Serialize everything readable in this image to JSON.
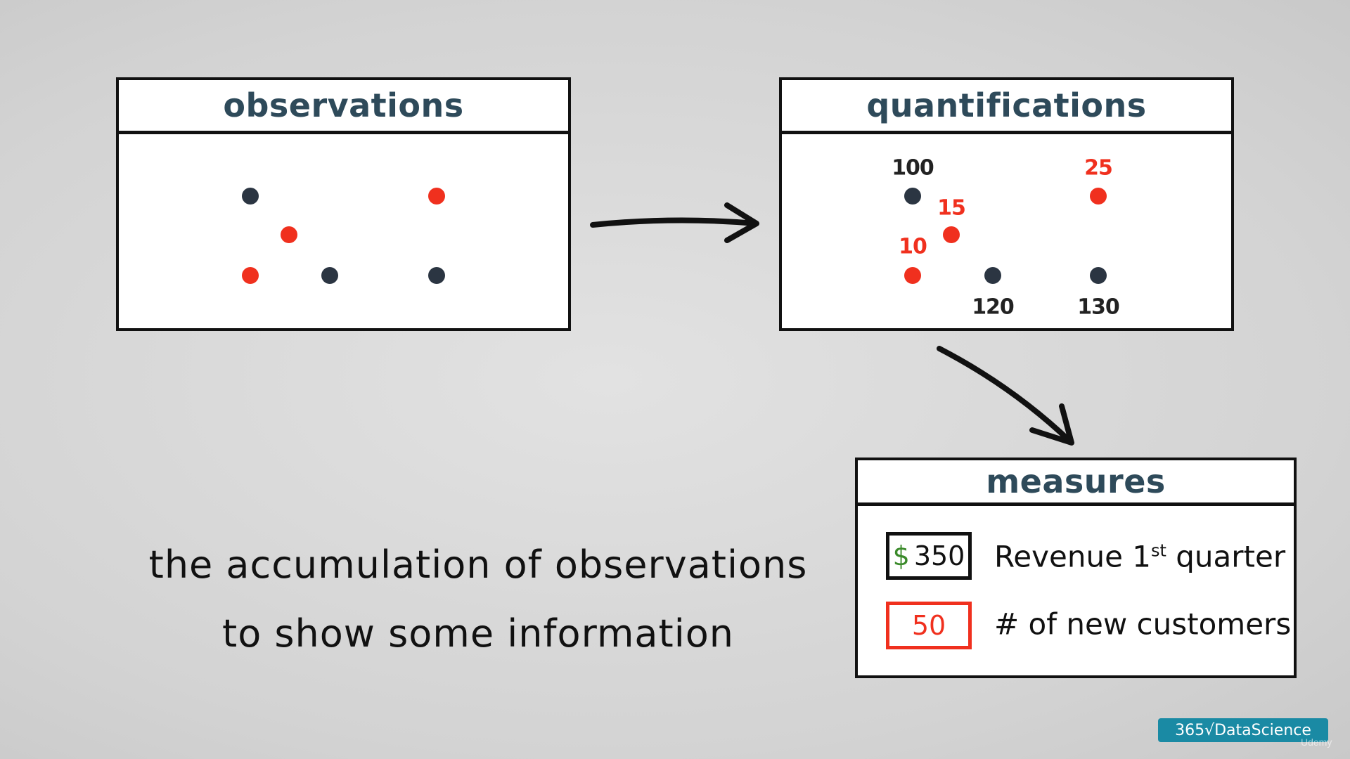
{
  "observations": {
    "title": "observations",
    "dots": [
      {
        "color": "dark"
      },
      {
        "color": "red"
      },
      {
        "color": "red"
      },
      {
        "color": "red"
      },
      {
        "color": "dark"
      },
      {
        "color": "dark"
      }
    ]
  },
  "quantifications": {
    "title": "quantifications",
    "points": [
      {
        "color": "dark",
        "label": "100"
      },
      {
        "color": "red",
        "label": "15"
      },
      {
        "color": "red",
        "label": "10"
      },
      {
        "color": "dark",
        "label": "120"
      },
      {
        "color": "red",
        "label": "25"
      },
      {
        "color": "dark",
        "label": "130"
      }
    ]
  },
  "measures": {
    "title": "measures",
    "items": [
      {
        "currency": "$",
        "value": "350",
        "label": "Revenue 1",
        "sup": "st",
        "label_after": "quarter"
      },
      {
        "value": "50",
        "label": "# of new customers"
      }
    ]
  },
  "caption": {
    "line1": "the accumulation of observations",
    "line2": "to show some information"
  },
  "logo": {
    "text": "365√DataScience",
    "watermark": "Udemy"
  },
  "colors": {
    "red": "#f0301e",
    "dark": "#2b3542",
    "header": "#2e4a5a",
    "green": "#3a8a2a",
    "logo": "#1a8aa4"
  }
}
